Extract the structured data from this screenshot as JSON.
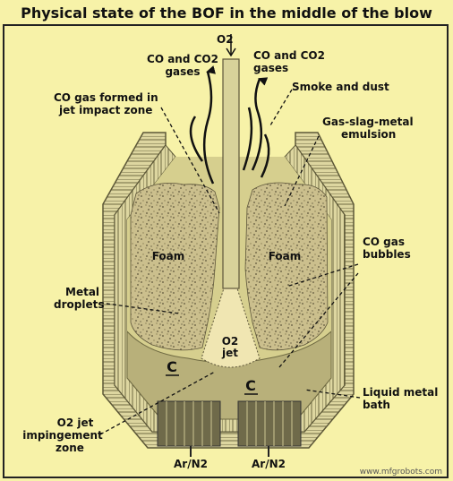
{
  "title": "Physical state of the BOF in the middle of the blow",
  "labels": {
    "o2_top": "O2",
    "co_co2_left_1": "CO and CO2",
    "co_co2_left_2": "gases",
    "co_co2_right_1": "CO and CO2",
    "co_co2_right_2": "gases",
    "smoke_dust": "Smoke and dust",
    "co_gas_formed_1": "CO gas formed in",
    "co_gas_formed_2": "jet impact zone",
    "gsm_emulsion_1": "Gas-slag-metal",
    "gsm_emulsion_2": "emulsion",
    "foam_left": "Foam",
    "foam_right": "Foam",
    "co_bubbles_1": "CO gas",
    "co_bubbles_2": "bubbles",
    "metal_droplets_1": "Metal",
    "metal_droplets_2": "droplets",
    "o2_jet_1": "O2",
    "o2_jet_2": "jet",
    "carbon_left": "C",
    "carbon_right": "C",
    "liquid_metal_1": "Liquid metal",
    "liquid_metal_2": "bath",
    "impingement_1": "O2 jet",
    "impingement_2": "impingement",
    "impingement_3": "zone",
    "ar_n2_left": "Ar/N2",
    "ar_n2_right": "Ar/N2",
    "watermark": "www.mfgrobots.com"
  },
  "colors": {
    "background": "#f7f2a8",
    "vessel_fill": "#d6cf8e",
    "brick_line": "#6f6a42",
    "bath": "#b8b07a",
    "foam": "#cbbf8d",
    "lance": "#d8d29a",
    "jet": "#f0e6b2",
    "tuyere": "#6f6a4a",
    "text": "#111111"
  }
}
